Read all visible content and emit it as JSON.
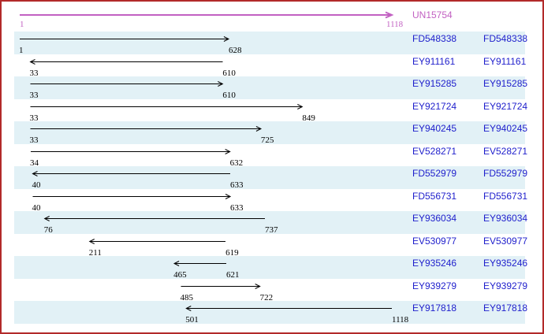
{
  "colors": {
    "frame_border": "#B22A2A",
    "row_alt_background": "#E2F1F6",
    "reference_accent": "#C261C2",
    "accession_link": "#1E1ECC",
    "est_arrow": "#000000",
    "page_background": "#FFFFFF"
  },
  "chart_data": {
    "type": "alignment",
    "title": "",
    "reference": {
      "id": "UN15754",
      "start": 1,
      "end": 1118,
      "direction": "right"
    },
    "axis": {
      "min": 1,
      "max": 1118
    },
    "legend_position": "none",
    "grid": false,
    "label_columns": 2,
    "rows": [
      {
        "id": "FD548338",
        "start": 1,
        "end": 628,
        "direction": "right",
        "band": true
      },
      {
        "id": "EY911161",
        "start": 33,
        "end": 610,
        "direction": "left",
        "band": false
      },
      {
        "id": "EY915285",
        "start": 33,
        "end": 610,
        "direction": "right",
        "band": true
      },
      {
        "id": "EY921724",
        "start": 33,
        "end": 849,
        "direction": "right",
        "band": false
      },
      {
        "id": "EY940245",
        "start": 33,
        "end": 725,
        "direction": "right",
        "band": true
      },
      {
        "id": "EV528271",
        "start": 34,
        "end": 632,
        "direction": "right",
        "band": false
      },
      {
        "id": "FD552979",
        "start": 40,
        "end": 633,
        "direction": "left",
        "band": true
      },
      {
        "id": "FD556731",
        "start": 40,
        "end": 633,
        "direction": "right",
        "band": false
      },
      {
        "id": "EY936034",
        "start": 76,
        "end": 737,
        "direction": "left",
        "band": true
      },
      {
        "id": "EV530977",
        "start": 211,
        "end": 619,
        "direction": "left",
        "band": false
      },
      {
        "id": "EY935246",
        "start": 465,
        "end": 621,
        "direction": "left",
        "band": true
      },
      {
        "id": "EY939279",
        "start": 485,
        "end": 722,
        "direction": "right",
        "band": false
      },
      {
        "id": "EY917818",
        "start": 501,
        "end": 1118,
        "direction": "left",
        "band": true
      }
    ]
  }
}
